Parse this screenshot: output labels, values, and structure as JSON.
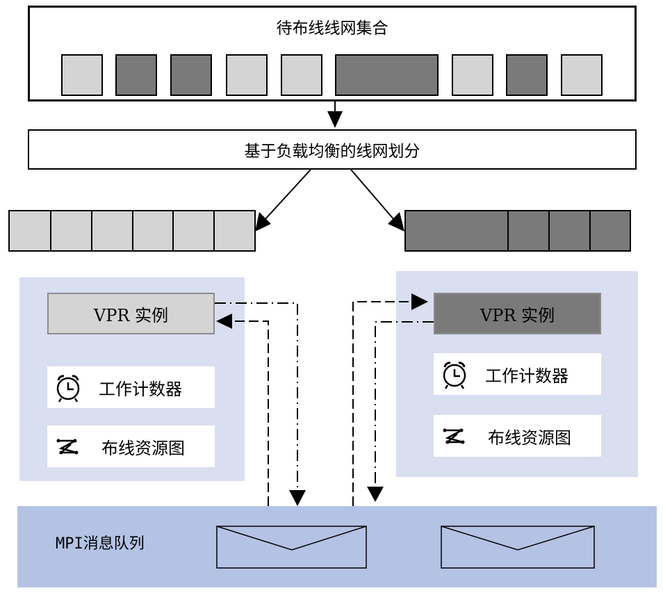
{
  "top_set": {
    "title": "待布线线网集合",
    "nets": [
      "light",
      "dark",
      "dark",
      "light",
      "light",
      "dark",
      "light",
      "dark",
      "light"
    ]
  },
  "partition": {
    "label": "基于负载均衡的线网划分"
  },
  "left_bar": {
    "cells": 6
  },
  "right_bar": {
    "cells": 4
  },
  "left_instance": {
    "vpr_label": "VPR 实例",
    "counter_label": "工作计数器",
    "graph_label": "布线资源图"
  },
  "right_instance": {
    "vpr_label": "VPR 实例",
    "counter_label": "工作计数器",
    "graph_label": "布线资源图"
  },
  "mpi": {
    "label": "MPI消息队列"
  },
  "colors": {
    "light": "#d4d4d4",
    "dark": "#7a7a7a",
    "panel": "#d9def0",
    "mpi": "#b4c2e4"
  }
}
